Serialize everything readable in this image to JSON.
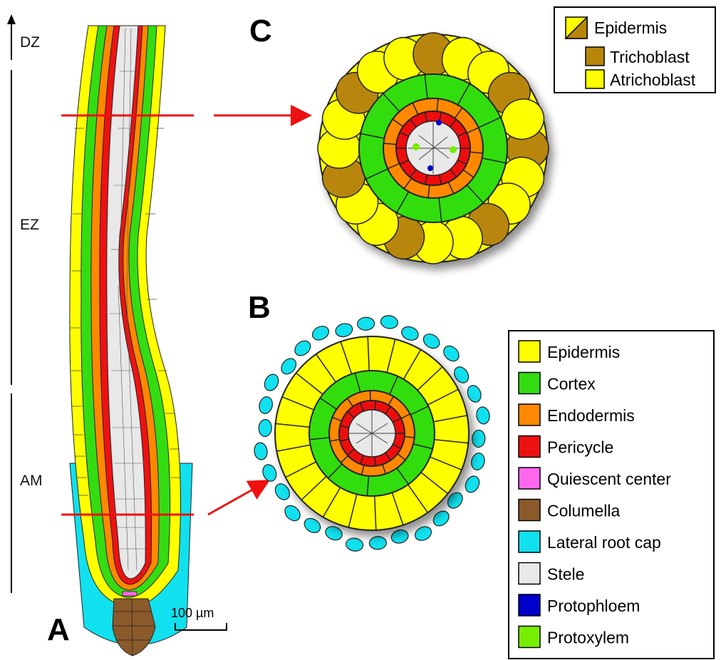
{
  "panels": {
    "a": "A",
    "b": "B",
    "c": "C"
  },
  "zones": [
    "DZ",
    "EZ",
    "AM"
  ],
  "scale_bar": "100 µm",
  "legend_c": {
    "title": "Epidermis",
    "items": [
      {
        "label": "Trichoblast",
        "color": "#b8860b"
      },
      {
        "label": "Atrichoblast",
        "color": "#ffff00"
      }
    ]
  },
  "legend_b": [
    {
      "label": "Epidermis",
      "color": "#ffff00"
    },
    {
      "label": "Cortex",
      "color": "#33dd11"
    },
    {
      "label": "Endodermis",
      "color": "#ff8800"
    },
    {
      "label": "Pericycle",
      "color": "#ee1111"
    },
    {
      "label": "Quiescent center",
      "color": "#ff66ee"
    },
    {
      "label": "Columella",
      "color": "#8b5a2b"
    },
    {
      "label": "Lateral root cap",
      "color": "#11e0ee"
    },
    {
      "label": "Stele",
      "color": "#e8e8e8"
    },
    {
      "label": "Protophloem",
      "color": "#0000cc"
    },
    {
      "label": "Protoxylem",
      "color": "#77ee00"
    }
  ]
}
